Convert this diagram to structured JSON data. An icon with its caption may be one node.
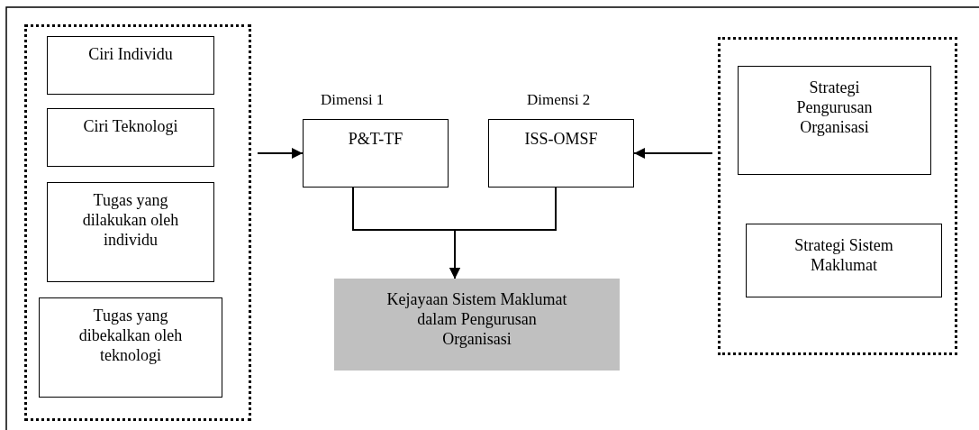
{
  "diagram": {
    "nodes": [
      {
        "text": [],
        "shape": "box"
      },
      {
        "text": [
          "Ciri Individu"
        ],
        "in": 0
      },
      {
        "text": [
          "Ciri Teknologi"
        ],
        "in": 0
      },
      {
        "text": [
          "Tugas yang dilakukan oleh individu"
        ],
        "in": 0
      },
      {
        "text": [
          "Tugas yang dibekalkan oleh teknologi"
        ],
        "in": 0
      },
      {
        "text": [
          "P&T-TF"
        ],
        "beside": [
          "Dimensi 1"
        ]
      },
      {
        "text": [
          "ISS-OMSF"
        ],
        "beside": [
          "Dimensi 2"
        ]
      },
      {
        "text": [],
        "shape": "box"
      },
      {
        "text": [
          "Strategi Pengurusan Organisasi"
        ],
        "in": 7
      },
      {
        "text": [
          "Strategi Sistem Maklumat"
        ],
        "in": 7
      },
      {
        "text": [
          "Kejayaan Sistem Maklumat dalam Pengurusan Organisasi"
        ]
      }
    ],
    "edges": [
      {
        "from": 0,
        "to": 5,
        "arrow": "to"
      },
      {
        "from": 7,
        "to": 6,
        "arrow": "to"
      },
      {
        "from": 5,
        "to": 10,
        "arrow": "to"
      },
      {
        "from": 6,
        "to": 10,
        "arrow": "to"
      }
    ]
  }
}
